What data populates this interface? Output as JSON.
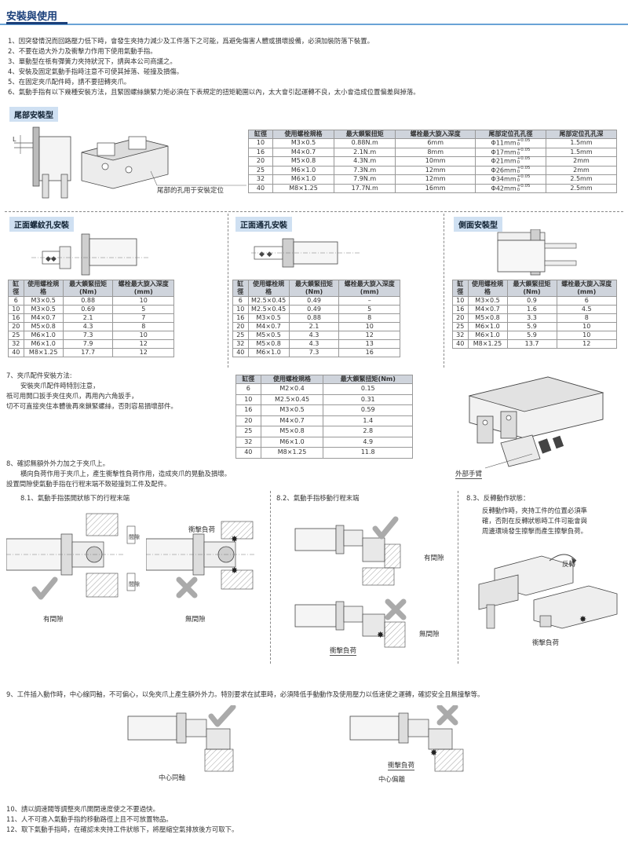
{
  "header": {
    "title": "安裝與使用"
  },
  "notes_top": [
    "1、因突發情況而回路壓力低下時，會發生夾持力減少及工件落下之可能，爲避免傷害人體或損壞設備，必須加裝防落下裝置。",
    "2、不要在過大外力及衝擊力作用下使用氣動手指。",
    "3、單動型在祇有彈簧力夾持狀況下，請與本公司商議之。",
    "4、安裝及固定氣動手指時注意不可使其掉落、碰撞及損傷。",
    "5、在固定夾爪配件時，請不要扭轉夾爪。",
    "6、氣動手指有以下幾種安裝方法，且緊固螺絲鎖緊力矩必須在下表規定的扭矩範圍以內，太大會引起運轉不良，太小會造成位置偏差與掉落。"
  ],
  "tail_mount": {
    "tag": "尾部安裝型",
    "hole_label": "尾部的孔用于安裝定位",
    "dim_label": "L",
    "headers": [
      "缸徑",
      "使用螺栓規格",
      "最大鎖緊扭矩",
      "螺栓最大旋入深度",
      "尾部定位孔孔徑",
      "尾部定位孔孔深"
    ],
    "rows": [
      [
        "10",
        "M3×0.5",
        "0.88N.m",
        "6mm",
        "Φ11mm",
        "1.5mm"
      ],
      [
        "16",
        "M4×0.7",
        "2.1N.m",
        "8mm",
        "Φ17mm",
        "1.5mm"
      ],
      [
        "20",
        "M5×0.8",
        "4.3N.m",
        "10mm",
        "Φ21mm",
        "2mm"
      ],
      [
        "25",
        "M6×1.0",
        "7.3N.m",
        "12mm",
        "Φ26mm",
        "2mm"
      ],
      [
        "32",
        "M6×1.0",
        "7.9N.m",
        "12mm",
        "Φ34mm",
        "2.5mm"
      ],
      [
        "40",
        "M8×1.25",
        "17.7N.m",
        "16mm",
        "Φ42mm",
        "2.5mm"
      ]
    ],
    "tol_top": "+0.05",
    "tol_bottom": "0"
  },
  "front_thread": {
    "tag": "正面螺紋孔安裝",
    "headers": [
      "缸徑",
      "使用螺栓規格",
      "最大鎖緊扭矩(Nm)",
      "螺栓最大旋入深度(mm)"
    ],
    "rows": [
      [
        "6",
        "M3×0.5",
        "0.88",
        "10"
      ],
      [
        "10",
        "M3×0.5",
        "0.69",
        "5"
      ],
      [
        "16",
        "M4×0.7",
        "2.1",
        "7"
      ],
      [
        "20",
        "M5×0.8",
        "4.3",
        "8"
      ],
      [
        "25",
        "M6×1.0",
        "7.3",
        "10"
      ],
      [
        "32",
        "M6×1.0",
        "7.9",
        "12"
      ],
      [
        "40",
        "M8×1.25",
        "17.7",
        "12"
      ]
    ]
  },
  "front_through": {
    "tag": "正面通孔安裝",
    "headers": [
      "缸徑",
      "使用螺栓規格",
      "最大鎖緊扭矩(Nm)",
      "螺栓最大旋入深度(mm)"
    ],
    "rows": [
      [
        "6",
        "M2.5×0.45",
        "0.49",
        "–"
      ],
      [
        "10",
        "M2.5×0.45",
        "0.49",
        "5"
      ],
      [
        "16",
        "M3×0.5",
        "0.88",
        "8"
      ],
      [
        "20",
        "M4×0.7",
        "2.1",
        "10"
      ],
      [
        "25",
        "M5×0.5",
        "4.3",
        "12"
      ],
      [
        "32",
        "M5×0.8",
        "4.3",
        "13"
      ],
      [
        "40",
        "M6×1.0",
        "7.3",
        "16"
      ]
    ]
  },
  "side_mount": {
    "tag": "側面安裝型",
    "headers": [
      "缸徑",
      "使用螺栓規格",
      "最大鎖緊扭矩(Nm)",
      "螺栓最大旋入深度(mm)"
    ],
    "rows": [
      [
        "10",
        "M3×0.5",
        "0.9",
        "6"
      ],
      [
        "16",
        "M4×0.7",
        "1.6",
        "4.5"
      ],
      [
        "20",
        "M5×0.8",
        "3.3",
        "8"
      ],
      [
        "25",
        "M6×1.0",
        "5.9",
        "10"
      ],
      [
        "32",
        "M6×1.0",
        "5.9",
        "10"
      ],
      [
        "40",
        "M8×1.25",
        "13.7",
        "12"
      ]
    ]
  },
  "note7": {
    "lines": [
      "7、夾爪配件安裝方法:",
      "安裝夾爪配件時特別注意，",
      "祇可用開口扳手夾住夾爪，再用內六角扳手，",
      "切不可直接夾住本體後再來鎖緊螺絲，否則容易損壞部件。"
    ],
    "headers": [
      "缸徑",
      "使用螺栓規格",
      "最大鎖緊扭矩(Nm)"
    ],
    "rows": [
      [
        "6",
        "M2×0.4",
        "0.15"
      ],
      [
        "10",
        "M2.5×0.45",
        "0.31"
      ],
      [
        "16",
        "M3×0.5",
        "0.59"
      ],
      [
        "20",
        "M4×0.7",
        "1.4"
      ],
      [
        "25",
        "M5×0.8",
        "2.8"
      ],
      [
        "32",
        "M6×1.0",
        "4.9"
      ],
      [
        "40",
        "M8×1.25",
        "11.8"
      ]
    ],
    "external_arm_label": "外部手臂"
  },
  "note8": {
    "lines": [
      "8、確認無額外外力加之于夾爪上。",
      "橫向負荷作用于夾爪上，產生衝擊性負荷作用，造成夾爪的晃動及損壞。",
      "設置間隙使氣動手指在行程末端不致碰撞到工件及配件。"
    ],
    "sub1": "8.1、氣動手指張開狀態下的行程末端",
    "sub2": "8.2、氣動手指移動行程末端",
    "sub3": "8.3、反轉動作狀態：",
    "sub3_text": [
      "反轉動作時，夾持工件的位置必須準",
      "確，否則在反轉狀態時工件可能會與",
      "周邊環境發生擦擊而產生擦擊負荷。"
    ],
    "gap": "有間隙",
    "no_gap": "無間隙",
    "impact": "衝擊負荷",
    "gap_vertical": "間隙",
    "reverse": "反轉"
  },
  "note9": {
    "text": "9、工件插入動作時，中心線同軸，不可偏心，以免夾爪上產生額外外力。特別要求在試車時，必須降低手動動作及使用壓力以低速使之運轉，確認安全且無撞擊等。",
    "coaxial": "中心同軸",
    "offset": "中心偏離",
    "impact": "衝擊負荷"
  },
  "notes_bottom": [
    "10、請以調速閥等調整夾爪開閉速度使之不要過快。",
    "11、人不可進入氣動手指的移動路徑上且不可放置物品。",
    "12、取下氣動手指時，在確認未夾持工件狀態下，將壓縮空氣排放後方可取下。"
  ]
}
